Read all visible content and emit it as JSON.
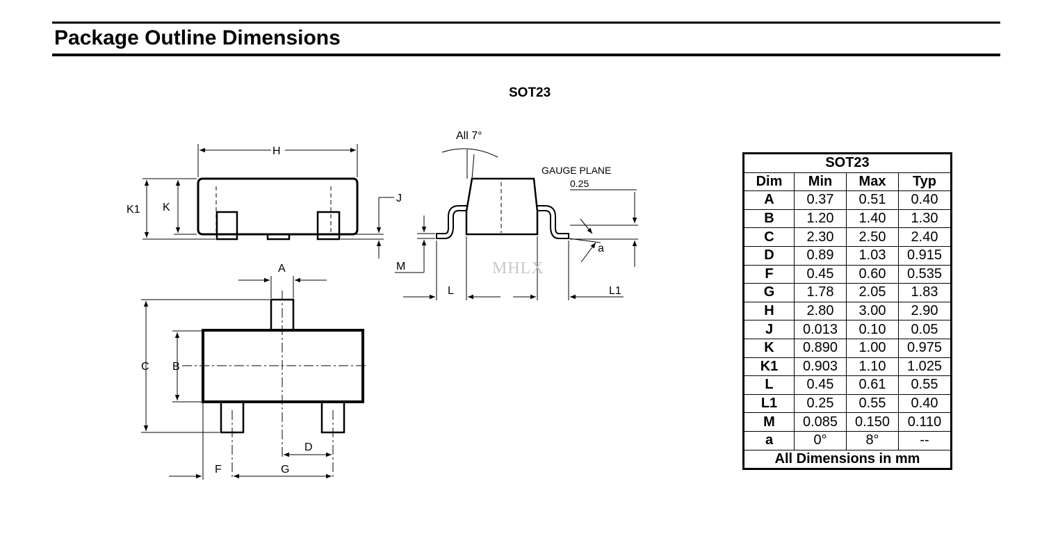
{
  "page": {
    "title": "Package Outline Dimensions"
  },
  "diagram": {
    "title": "SOT23",
    "labels": {
      "H": "H",
      "K1": "K1",
      "K": "K",
      "J": "J",
      "A": "A",
      "C": "C",
      "B": "B",
      "D": "D",
      "F": "F",
      "G": "G",
      "M": "M",
      "L": "L",
      "L1": "L1",
      "a": "a",
      "all_angle": "All 7°",
      "gauge_plane": "GAUGE PLANE",
      "gauge_value": "0.25"
    },
    "watermark": "MHLX"
  },
  "table": {
    "title": "SOT23",
    "headers": [
      "Dim",
      "Min",
      "Max",
      "Typ"
    ],
    "rows": [
      [
        "A",
        "0.37",
        "0.51",
        "0.40"
      ],
      [
        "B",
        "1.20",
        "1.40",
        "1.30"
      ],
      [
        "C",
        "2.30",
        "2.50",
        "2.40"
      ],
      [
        "D",
        "0.89",
        "1.03",
        "0.915"
      ],
      [
        "F",
        "0.45",
        "0.60",
        "0.535"
      ],
      [
        "G",
        "1.78",
        "2.05",
        "1.83"
      ],
      [
        "H",
        "2.80",
        "3.00",
        "2.90"
      ],
      [
        "J",
        "0.013",
        "0.10",
        "0.05"
      ],
      [
        "K",
        "0.890",
        "1.00",
        "0.975"
      ],
      [
        "K1",
        "0.903",
        "1.10",
        "1.025"
      ],
      [
        "L",
        "0.45",
        "0.61",
        "0.55"
      ],
      [
        "L1",
        "0.25",
        "0.55",
        "0.40"
      ],
      [
        "M",
        "0.085",
        "0.150",
        "0.110"
      ],
      [
        "a",
        "0°",
        "8°",
        "--"
      ]
    ],
    "footer": "All Dimensions in mm"
  }
}
